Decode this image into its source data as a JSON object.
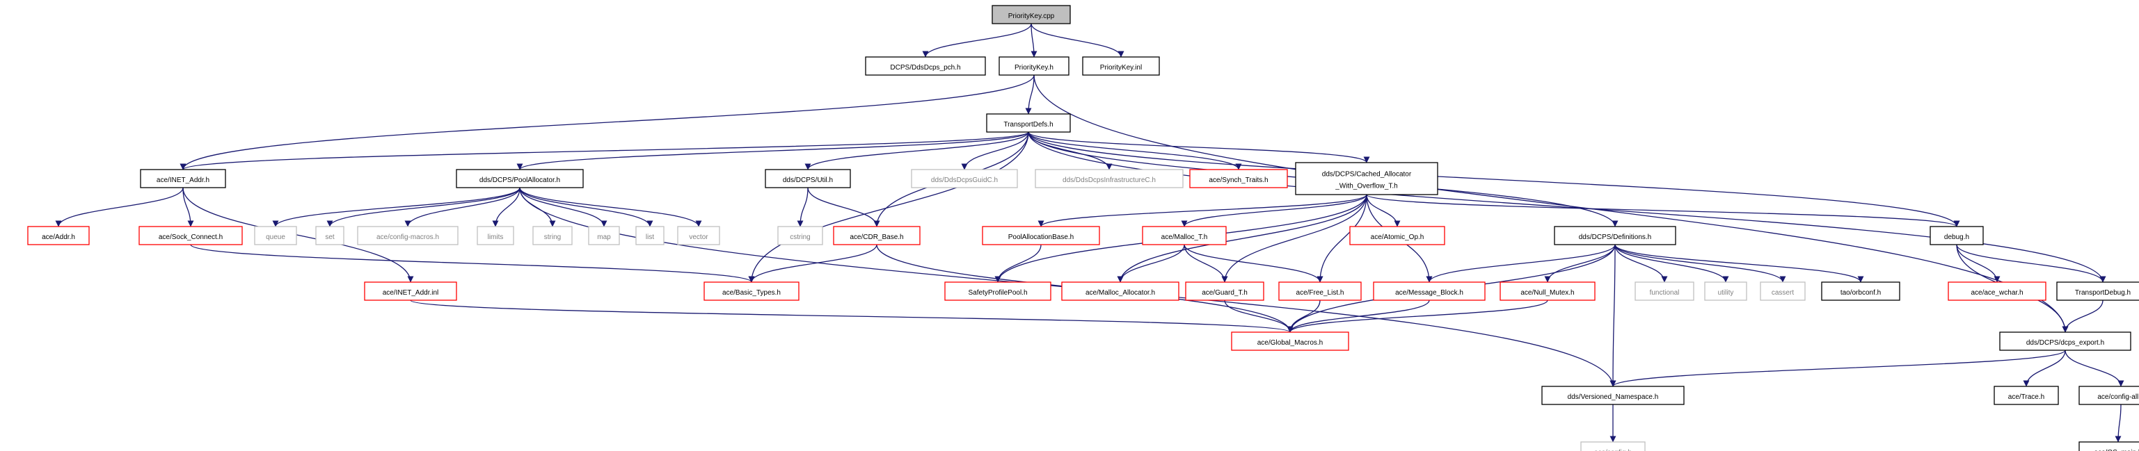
{
  "graph": {
    "title": "PriorityKey.cpp",
    "colors": {
      "edge": "#191970",
      "border_normal": "#000000",
      "border_truncated": "#ff0000",
      "border_system": "#bfbfbf",
      "fill_root": "#bfbfbf",
      "fill": "#ffffff",
      "text_normal": "#000000",
      "text_system": "#808080"
    },
    "nodes": [
      {
        "id": "priority_key_cpp",
        "label": "PriorityKey.cpp",
        "style": "root"
      },
      {
        "id": "dds_dcps_pch",
        "label": "DCPS/DdsDcps_pch.h",
        "style": "normal"
      },
      {
        "id": "priority_key_h",
        "label": "PriorityKey.h",
        "style": "normal"
      },
      {
        "id": "priority_key_inl",
        "label": "PriorityKey.inl",
        "style": "normal"
      },
      {
        "id": "transport_defs",
        "label": "TransportDefs.h",
        "style": "normal"
      },
      {
        "id": "inet_addr_h",
        "label": "ace/INET_Addr.h",
        "style": "normal"
      },
      {
        "id": "pool_allocator",
        "label": "dds/DCPS/PoolAllocator.h",
        "style": "normal"
      },
      {
        "id": "util_h",
        "label": "dds/DCPS/Util.h",
        "style": "normal"
      },
      {
        "id": "dds_guid_c",
        "label": "dds/DdsDcpsGuidC.h",
        "style": "system"
      },
      {
        "id": "dds_infra_c",
        "label": "dds/DdsDcpsInfrastructureC.h",
        "style": "system"
      },
      {
        "id": "synch_traits",
        "label": "ace/Synch_Traits.h",
        "style": "truncated"
      },
      {
        "id": "cached_allocator",
        "label": "dds/DCPS/Cached_Allocator\n_With_Overflow_T.h",
        "style": "normal"
      },
      {
        "id": "ace_addr",
        "label": "ace/Addr.h",
        "style": "truncated"
      },
      {
        "id": "sock_connect",
        "label": "ace/Sock_Connect.h",
        "style": "truncated"
      },
      {
        "id": "queue",
        "label": "queue",
        "style": "system"
      },
      {
        "id": "set",
        "label": "set",
        "style": "system"
      },
      {
        "id": "config_macros",
        "label": "ace/config-macros.h",
        "style": "system"
      },
      {
        "id": "limits",
        "label": "limits",
        "style": "system"
      },
      {
        "id": "string",
        "label": "string",
        "style": "system"
      },
      {
        "id": "map",
        "label": "map",
        "style": "system"
      },
      {
        "id": "list",
        "label": "list",
        "style": "system"
      },
      {
        "id": "vector",
        "label": "vector",
        "style": "system"
      },
      {
        "id": "cstring",
        "label": "cstring",
        "style": "system"
      },
      {
        "id": "cdr_base",
        "label": "ace/CDR_Base.h",
        "style": "truncated"
      },
      {
        "id": "pool_alloc_base",
        "label": "PoolAllocationBase.h",
        "style": "truncated"
      },
      {
        "id": "malloc_t",
        "label": "ace/Malloc_T.h",
        "style": "truncated"
      },
      {
        "id": "atomic_op",
        "label": "ace/Atomic_Op.h",
        "style": "truncated"
      },
      {
        "id": "definitions",
        "label": "dds/DCPS/Definitions.h",
        "style": "normal"
      },
      {
        "id": "debug_h",
        "label": "debug.h",
        "style": "normal"
      },
      {
        "id": "inet_addr_inl",
        "label": "ace/INET_Addr.inl",
        "style": "truncated"
      },
      {
        "id": "basic_types",
        "label": "ace/Basic_Types.h",
        "style": "truncated"
      },
      {
        "id": "safety_profile_pool",
        "label": "SafetyProfilePool.h",
        "style": "truncated"
      },
      {
        "id": "malloc_allocator",
        "label": "ace/Malloc_Allocator.h",
        "style": "truncated"
      },
      {
        "id": "guard_t",
        "label": "ace/Guard_T.h",
        "style": "truncated"
      },
      {
        "id": "free_list",
        "label": "ace/Free_List.h",
        "style": "truncated"
      },
      {
        "id": "message_block",
        "label": "ace/Message_Block.h",
        "style": "truncated"
      },
      {
        "id": "null_mutex",
        "label": "ace/Null_Mutex.h",
        "style": "truncated"
      },
      {
        "id": "functional",
        "label": "functional",
        "style": "system"
      },
      {
        "id": "utility",
        "label": "utility",
        "style": "system"
      },
      {
        "id": "cassert",
        "label": "cassert",
        "style": "system"
      },
      {
        "id": "orbconf",
        "label": "tao/orbconf.h",
        "style": "normal"
      },
      {
        "id": "ace_wchar",
        "label": "ace/ace_wchar.h",
        "style": "truncated"
      },
      {
        "id": "transport_debug",
        "label": "TransportDebug.h",
        "style": "normal"
      },
      {
        "id": "global_macros",
        "label": "ace/Global_Macros.h",
        "style": "truncated"
      },
      {
        "id": "dcps_export",
        "label": "dds/DCPS/dcps_export.h",
        "style": "normal"
      },
      {
        "id": "versioned_ns",
        "label": "dds/Versioned_Namespace.h",
        "style": "normal"
      },
      {
        "id": "ace_trace",
        "label": "ace/Trace.h",
        "style": "normal"
      },
      {
        "id": "config_all",
        "label": "ace/config-all.h",
        "style": "normal"
      },
      {
        "id": "ace_config",
        "label": "ace/config.h",
        "style": "system"
      },
      {
        "id": "os_main",
        "label": "ace/OS_main.h",
        "style": "normal"
      }
    ],
    "edges": [
      [
        "priority_key_cpp",
        "dds_dcps_pch"
      ],
      [
        "priority_key_cpp",
        "priority_key_h"
      ],
      [
        "priority_key_cpp",
        "priority_key_inl"
      ],
      [
        "priority_key_h",
        "transport_defs"
      ],
      [
        "priority_key_h",
        "inet_addr_h"
      ],
      [
        "priority_key_h",
        "dcps_export"
      ],
      [
        "transport_defs",
        "inet_addr_h"
      ],
      [
        "transport_defs",
        "pool_allocator"
      ],
      [
        "transport_defs",
        "util_h"
      ],
      [
        "transport_defs",
        "dds_guid_c"
      ],
      [
        "transport_defs",
        "dds_infra_c"
      ],
      [
        "transport_defs",
        "synch_traits"
      ],
      [
        "transport_defs",
        "cached_allocator"
      ],
      [
        "transport_defs",
        "cdr_base"
      ],
      [
        "transport_defs",
        "basic_types"
      ],
      [
        "transport_defs",
        "definitions"
      ],
      [
        "transport_defs",
        "debug_h"
      ],
      [
        "transport_defs",
        "transport_debug"
      ],
      [
        "inet_addr_h",
        "ace_addr"
      ],
      [
        "inet_addr_h",
        "sock_connect"
      ],
      [
        "inet_addr_h",
        "inet_addr_inl"
      ],
      [
        "sock_connect",
        "basic_types"
      ],
      [
        "inet_addr_inl",
        "global_macros"
      ],
      [
        "pool_allocator",
        "queue"
      ],
      [
        "pool_allocator",
        "set"
      ],
      [
        "pool_allocator",
        "config_macros"
      ],
      [
        "pool_allocator",
        "limits"
      ],
      [
        "pool_allocator",
        "string"
      ],
      [
        "pool_allocator",
        "map"
      ],
      [
        "pool_allocator",
        "list"
      ],
      [
        "pool_allocator",
        "vector"
      ],
      [
        "pool_allocator",
        "versioned_ns"
      ],
      [
        "util_h",
        "cstring"
      ],
      [
        "util_h",
        "cdr_base"
      ],
      [
        "cdr_base",
        "basic_types"
      ],
      [
        "cdr_base",
        "global_macros"
      ],
      [
        "cached_allocator",
        "pool_alloc_base"
      ],
      [
        "cached_allocator",
        "safety_profile_pool"
      ],
      [
        "cached_allocator",
        "malloc_t"
      ],
      [
        "cached_allocator",
        "malloc_allocator"
      ],
      [
        "cached_allocator",
        "guard_t"
      ],
      [
        "cached_allocator",
        "free_list"
      ],
      [
        "cached_allocator",
        "atomic_op"
      ],
      [
        "cached_allocator",
        "message_block"
      ],
      [
        "cached_allocator",
        "debug_h"
      ],
      [
        "pool_alloc_base",
        "safety_profile_pool"
      ],
      [
        "malloc_t",
        "malloc_allocator"
      ],
      [
        "malloc_t",
        "guard_t"
      ],
      [
        "malloc_t",
        "free_list"
      ],
      [
        "guard_t",
        "global_macros"
      ],
      [
        "free_list",
        "global_macros"
      ],
      [
        "message_block",
        "global_macros"
      ],
      [
        "null_mutex",
        "global_macros"
      ],
      [
        "definitions",
        "message_block"
      ],
      [
        "definitions",
        "null_mutex"
      ],
      [
        "definitions",
        "global_macros"
      ],
      [
        "definitions",
        "functional"
      ],
      [
        "definitions",
        "utility"
      ],
      [
        "definitions",
        "cassert"
      ],
      [
        "definitions",
        "orbconf"
      ],
      [
        "definitions",
        "versioned_ns"
      ],
      [
        "debug_h",
        "ace_wchar"
      ],
      [
        "debug_h",
        "transport_debug"
      ],
      [
        "debug_h",
        "dcps_export"
      ],
      [
        "transport_debug",
        "dcps_export"
      ],
      [
        "dcps_export",
        "versioned_ns"
      ],
      [
        "dcps_export",
        "ace_trace"
      ],
      [
        "dcps_export",
        "config_all"
      ],
      [
        "versioned_ns",
        "ace_config"
      ],
      [
        "config_all",
        "os_main"
      ]
    ]
  }
}
